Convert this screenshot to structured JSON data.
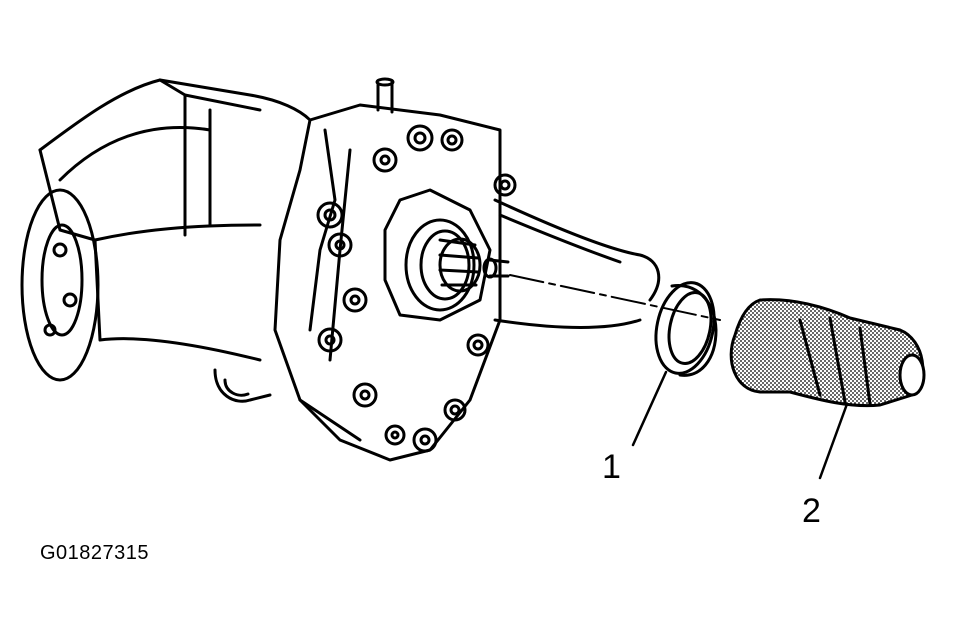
{
  "figure": {
    "id_label": "G01827315",
    "callouts": [
      {
        "number": "1"
      },
      {
        "number": "2"
      }
    ]
  },
  "colors": {
    "ink": "#000000",
    "paper": "#ffffff",
    "stipple": "#8a8a8a"
  }
}
